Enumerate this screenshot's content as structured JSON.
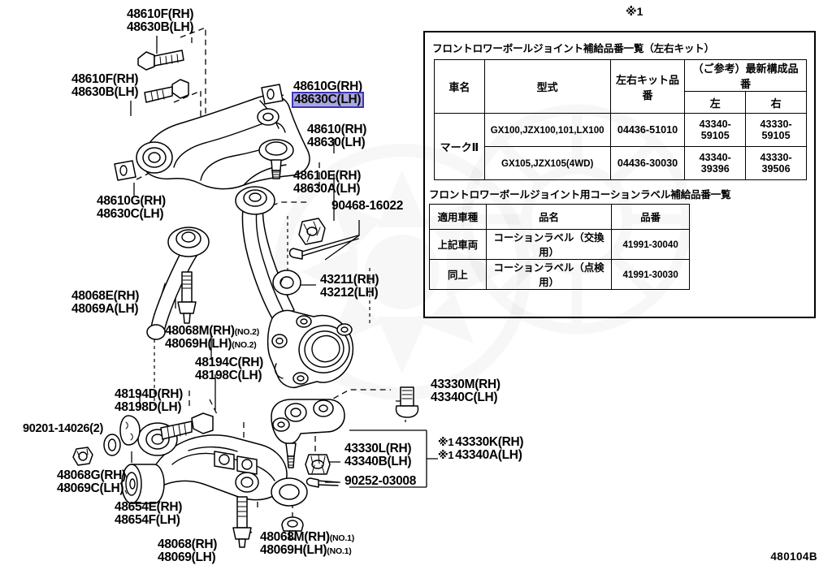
{
  "diagram": {
    "id_code": "480104B",
    "top_reference_mark": "※1"
  },
  "labels": [
    {
      "name": "bolt-upper-1",
      "lines": [
        "48610F(RH)",
        "48630B(LH)"
      ]
    },
    {
      "name": "bolt-upper-2",
      "lines": [
        "48610F(RH)",
        "48630B(LH)"
      ]
    },
    {
      "name": "stopper-upper-right",
      "lines": [
        "48610G(RH)",
        "48630C(LH)"
      ],
      "highlight_line": 1
    },
    {
      "name": "upper-control-arm",
      "lines": [
        "48610(RH)",
        "48630(LH)"
      ]
    },
    {
      "name": "upper-ball-joint-nut",
      "lines": [
        "48610E(RH)",
        "48630A(LH)"
      ]
    },
    {
      "name": "cotter-pin",
      "lines": [
        "90468-16022"
      ]
    },
    {
      "name": "stopper-upper-left",
      "lines": [
        "48610G(RH)",
        "48630C(LH)"
      ]
    },
    {
      "name": "steering-knuckle",
      "lines": [
        "43211(RH)",
        "43212(LH)"
      ]
    },
    {
      "name": "strut-rod",
      "lines": [
        "48068E(RH)",
        "48069A(LH)"
      ]
    },
    {
      "name": "strut-rod-bolt-no2",
      "lines": [
        "48068M(RH)",
        "48069H(LH)"
      ],
      "suffixes": [
        "(NO.2)",
        "(NO.2)"
      ]
    },
    {
      "name": "lower-arm-bolt-c",
      "lines": [
        "48194C(RH)",
        "48198C(LH)"
      ]
    },
    {
      "name": "lower-arm-cam-d",
      "lines": [
        "48194D(RH)",
        "48198D(LH)"
      ]
    },
    {
      "name": "washer-90201",
      "lines": [
        "90201-14026(2)"
      ]
    },
    {
      "name": "nut-48068g",
      "lines": [
        "48068G(RH)",
        "48069C(LH)"
      ]
    },
    {
      "name": "bushing-48654",
      "lines": [
        "48654E(RH)",
        "48654F(LH)"
      ]
    },
    {
      "name": "lower-control-arm",
      "lines": [
        "48068(RH)",
        "48069(LH)"
      ]
    },
    {
      "name": "lower-arm-bolt-no1",
      "lines": [
        "48068M(RH)",
        "48069H(LH)"
      ],
      "suffixes": [
        "(NO.1)",
        "(NO.1)"
      ]
    },
    {
      "name": "ball-joint-bolt-m",
      "lines": [
        "43330M(RH)",
        "43340C(LH)"
      ]
    },
    {
      "name": "ball-joint-nut-l",
      "lines": [
        "43330L(RH)",
        "43340B(LH)"
      ]
    },
    {
      "name": "cotter-pin-90252",
      "lines": [
        "90252-03008"
      ]
    },
    {
      "name": "lower-ball-joint-kit",
      "lines": [
        "43330K(RH)",
        "43340A(LH)"
      ],
      "ref_marks": [
        "※1",
        "※1"
      ]
    }
  ],
  "table_1": {
    "caption": "フロントロワーボールジョイント補給品番一覧（左右キット）",
    "header_group": "（ご参考）最新構成品番",
    "headers": [
      "車名",
      "型式",
      "左右キット品番",
      "左",
      "右"
    ],
    "vehicle_name": "マークⅡ",
    "rows": [
      {
        "model": "GX100,JZX100,101,LX100",
        "kit_part_no": "04436-51010",
        "left_part_no": "43340-59105",
        "right_part_no": "43330-59105"
      },
      {
        "model": "GX105,JZX105(4WD)",
        "kit_part_no": "04436-30030",
        "left_part_no": "43340-39396",
        "right_part_no": "43330-39506"
      }
    ]
  },
  "table_2": {
    "caption": "フロントロワーボールジョイント用コーションラベル補給品番一覧",
    "headers": [
      "適用車種",
      "品名",
      "品番"
    ],
    "rows": [
      {
        "applicable": "上記車両",
        "item_name": "コーションラベル（交換用）",
        "part_no": "41991-30040"
      },
      {
        "applicable": "同上",
        "item_name": "コーションラベル（点検用）",
        "part_no": "41991-30030"
      }
    ]
  },
  "colors": {
    "highlight_bg": "#a9a8e0",
    "highlight_border": "#3b35b8",
    "line": "#000000",
    "background": "#ffffff"
  }
}
